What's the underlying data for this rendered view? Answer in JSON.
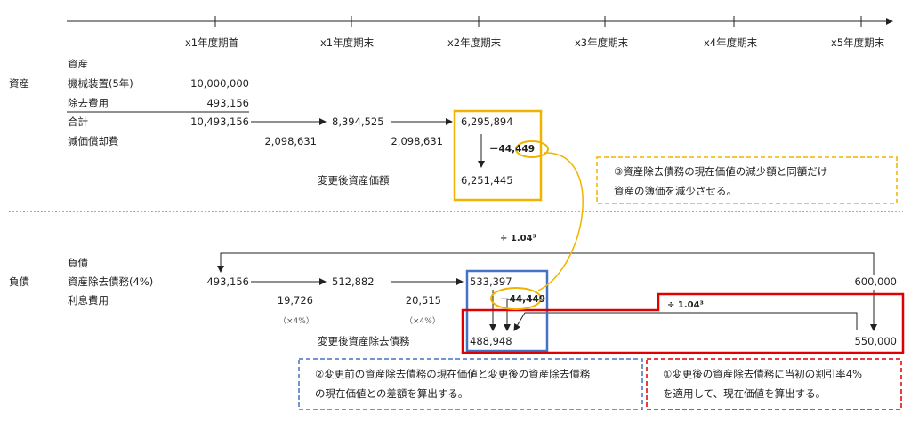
{
  "timeline": [
    "x1年度期首",
    "x1年度期末",
    "x2年度期末",
    "x3年度期末",
    "x4年度期末",
    "x5年度期末"
  ],
  "asset": {
    "section": "資産",
    "header": "資産",
    "rows": [
      {
        "label": "機械装置(5年)",
        "value": "10,000,000"
      },
      {
        "label": "除去費用",
        "value": "493,156"
      }
    ],
    "total_label": "合計",
    "totals": [
      "10,493,156",
      "8,394,525",
      "6,295,894"
    ],
    "dep_label": "減価償却費",
    "depreciation": [
      "2,098,631",
      "2,098,631"
    ],
    "adjustment": "－44,449",
    "changed_label": "変更後資産価額",
    "changed_value": "6,251,445"
  },
  "liability": {
    "section": "負債",
    "header": "負債",
    "aro_label": "資産除去債務(4%)",
    "aro_values": [
      "493,156",
      "512,882",
      "533,397",
      "600,000"
    ],
    "interest_label": "利息費用",
    "interest": [
      "19,726",
      "20,515"
    ],
    "interest_rate_notes": [
      "（×4%）",
      "（×4%）"
    ],
    "adjustment": "－44,449",
    "discount_top": "÷ 1.04⁵",
    "discount_mid": "÷ 1.04³",
    "changed_label": "変更後資産除去債務",
    "changed_pv": "488,948",
    "changed_fv": "550,000"
  },
  "notes": {
    "note3": [
      "③資産除去債務の現在価値の減少額と同額だけ",
      "資産の簿価を減少させる。"
    ],
    "note2": [
      "②変更前の資産除去債務の現在価値と変更後の資産除去債務",
      "の現在価値との差額を算出する。"
    ],
    "note1": [
      "①変更後の資産除去債務に当初の割引率4%",
      "を適用して、現在価値を算出する。"
    ]
  },
  "colors": {
    "orange": "#f0b400",
    "blue": "#4472c4",
    "red": "#e00000"
  }
}
